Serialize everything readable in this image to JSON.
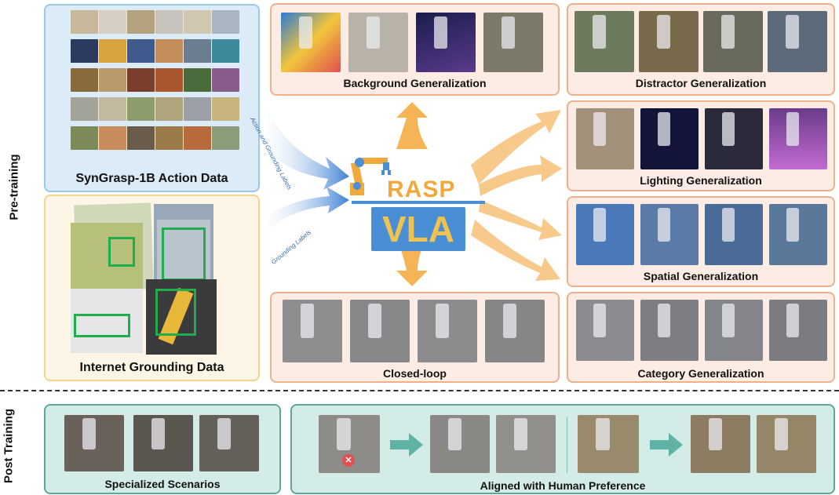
{
  "side_labels": {
    "pretraining": "Pre-training",
    "post_training": "Post Training"
  },
  "panels": {
    "syngrasp": "SynGrasp-1B Action Data",
    "internet": "Internet Grounding Data",
    "background": "Background Generalization",
    "distractor": "Distractor Generalization",
    "lighting": "Lighting Generalization",
    "spatial": "Spatial Generalization",
    "category": "Category Generalization",
    "closed_loop": "Closed-loop",
    "specialized": "Specialized Scenarios",
    "aligned": "Aligned with Human Preference"
  },
  "flow_labels": {
    "action_grounding": "Action and Grounding Labels",
    "grounding": "Grounding Labels"
  },
  "logo": {
    "grasp": "RASP",
    "vla": "VLA"
  },
  "colors": {
    "orange_border": "#efb08c",
    "blue_border": "#9fc7ea",
    "teal_border": "#5fa79a",
    "bbox_green": "#1fae4b",
    "arrow_orange": "#f5b556",
    "arrow_blue": "#3f82d4"
  }
}
